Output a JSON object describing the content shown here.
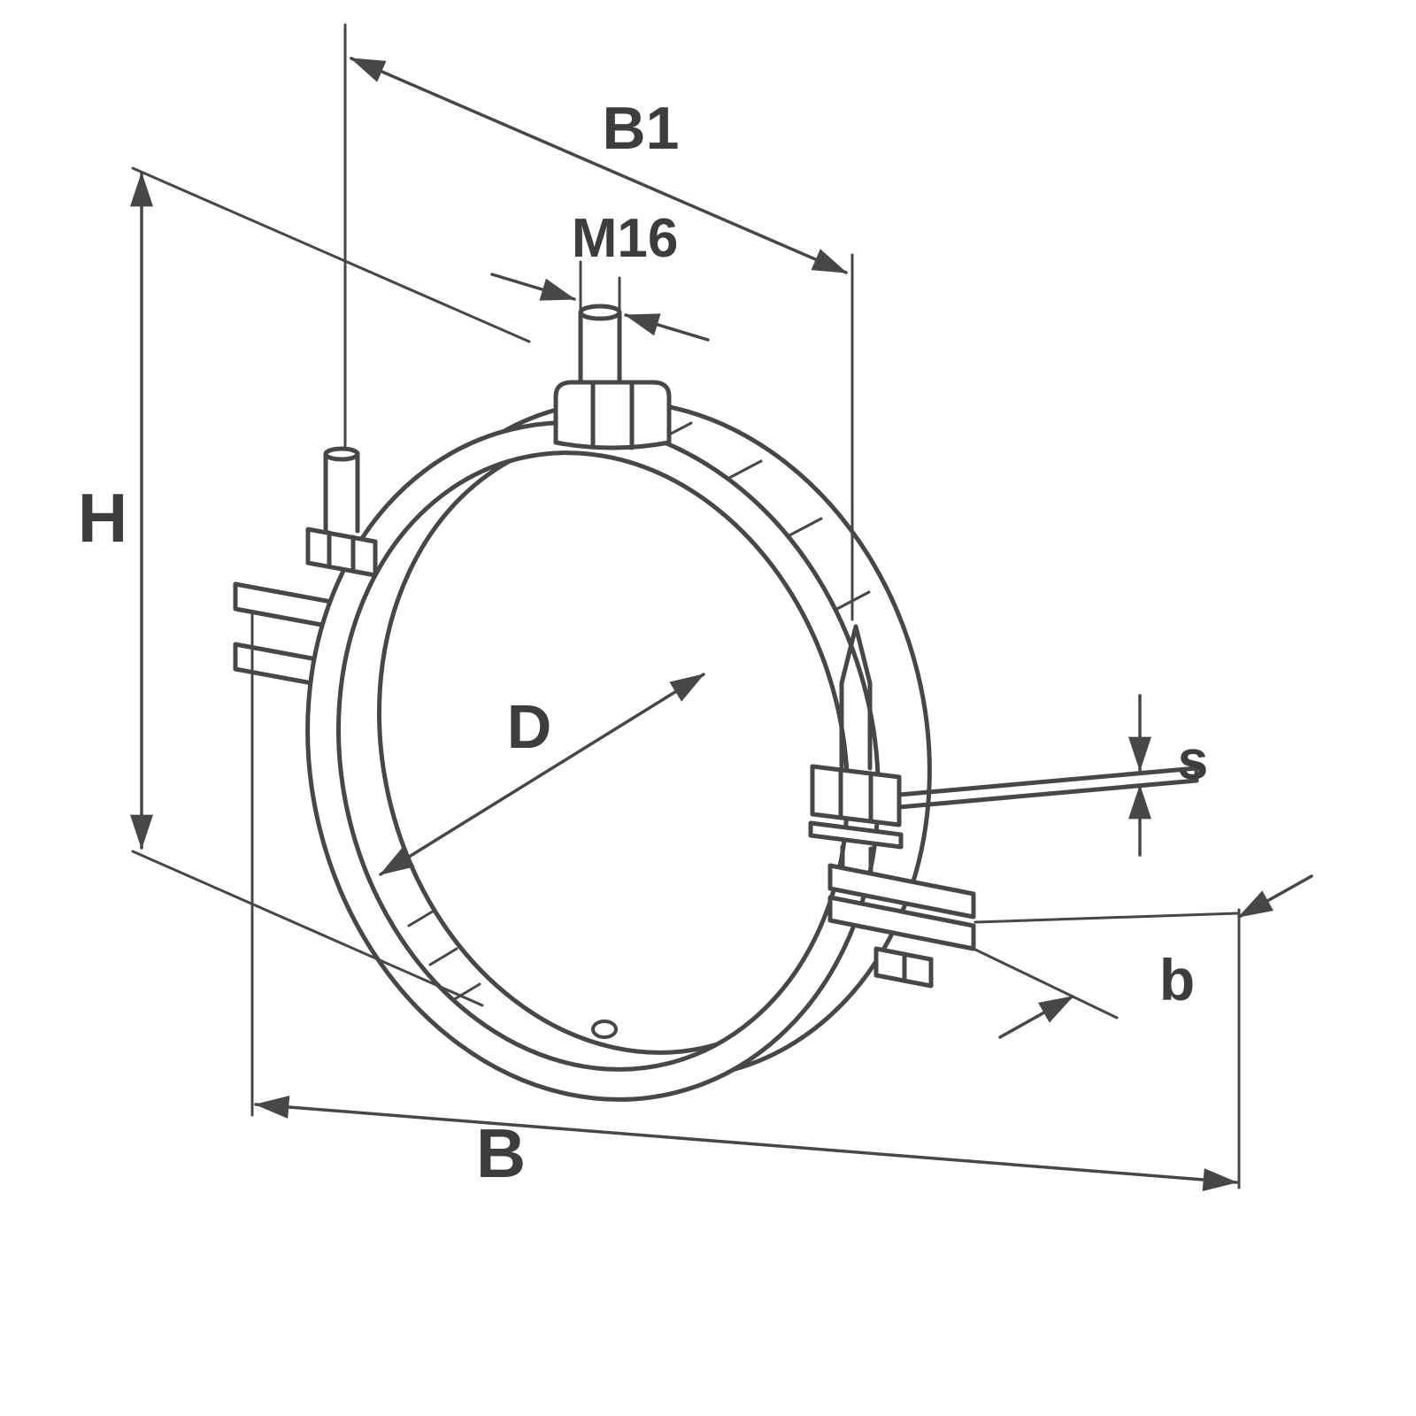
{
  "diagram": {
    "background_color": "#ffffff",
    "line_color": "#474747",
    "label_color": "#3d3d3d",
    "labels": {
      "B1": "B1",
      "M16": "M16",
      "H": "H",
      "D": "D",
      "s": "s",
      "b": "b",
      "B": "B"
    }
  }
}
